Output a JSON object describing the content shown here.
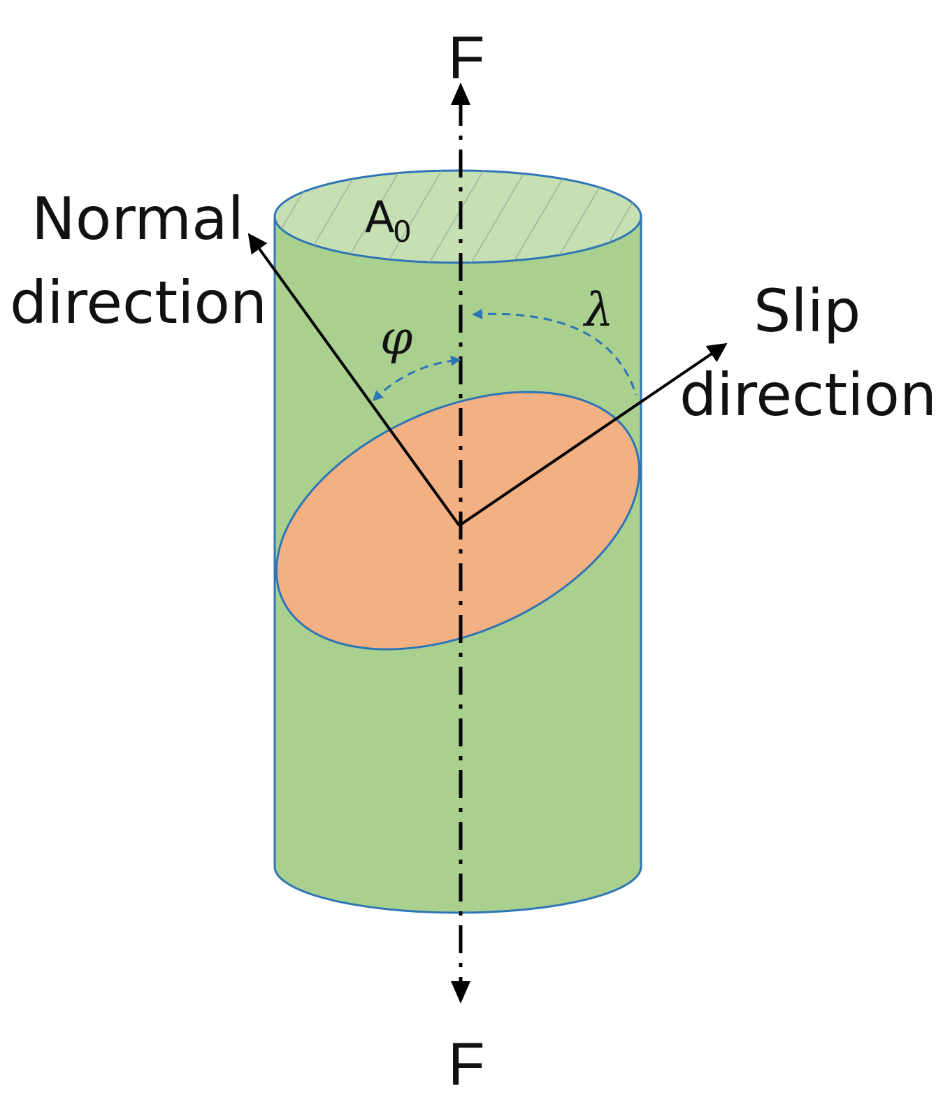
{
  "labels": {
    "force_top": "F",
    "force_bottom": "F",
    "area": "A",
    "area_subscript": "0",
    "normal_line1": "Normal",
    "normal_line2": "direction",
    "slip_line1": "Slip",
    "slip_line2": "direction",
    "angle_phi": "φ",
    "angle_lambda": "λ"
  },
  "colors": {
    "cylinder_body": "#a9d08e",
    "cylinder_top": "#c6e0b4",
    "cylinder_outline": "#2e75b6",
    "slip_plane": "#f2b083",
    "arrows": "#000000",
    "angle_arcs": "#2e75b6"
  }
}
